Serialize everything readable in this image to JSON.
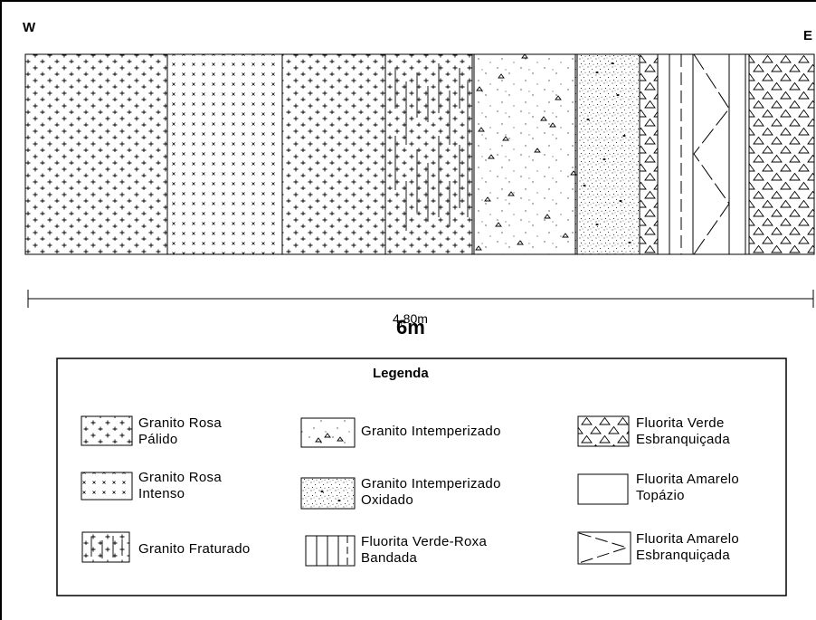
{
  "orientation": {
    "west": "W",
    "east": "E"
  },
  "scale": {
    "small": "4,80m",
    "large": "6m"
  },
  "legend": {
    "title": "Legenda",
    "items": [
      {
        "line1": "Granito Rosa",
        "line2": "Pálido"
      },
      {
        "line1": "Granito Rosa",
        "line2": "Intenso"
      },
      {
        "line1": "Granito Fraturado",
        "line2": ""
      },
      {
        "line1": "Granito Intemperizado",
        "line2": ""
      },
      {
        "line1": "Granito Intemperizado",
        "line2": "Oxidado"
      },
      {
        "line1": "Fluorita Verde-Roxa",
        "line2": "Bandada"
      },
      {
        "line1": "Fluorita Verde",
        "line2": "Esbranquiçada"
      },
      {
        "line1": "Fluorita Amarelo",
        "line2": "Topázio"
      },
      {
        "line1": "Fluorita  Amarelo",
        "line2": "Esbranquiçada"
      }
    ]
  },
  "section": {
    "units": [
      "Granito Rosa Pálido",
      "Granito Rosa Intenso",
      "Granito Rosa Pálido",
      "Granito Fraturado",
      "Granito Intemperizado",
      "Granito Intemperizado Oxidado",
      "Fluorita Verde Esbranquiçada",
      "Fluorita Verde-Roxa Bandada",
      "Fluorita  Amarelo Esbranquiçada",
      "Fluorita Verde-Roxa Bandada",
      "Fluorita Verde Esbranquiçada"
    ]
  }
}
